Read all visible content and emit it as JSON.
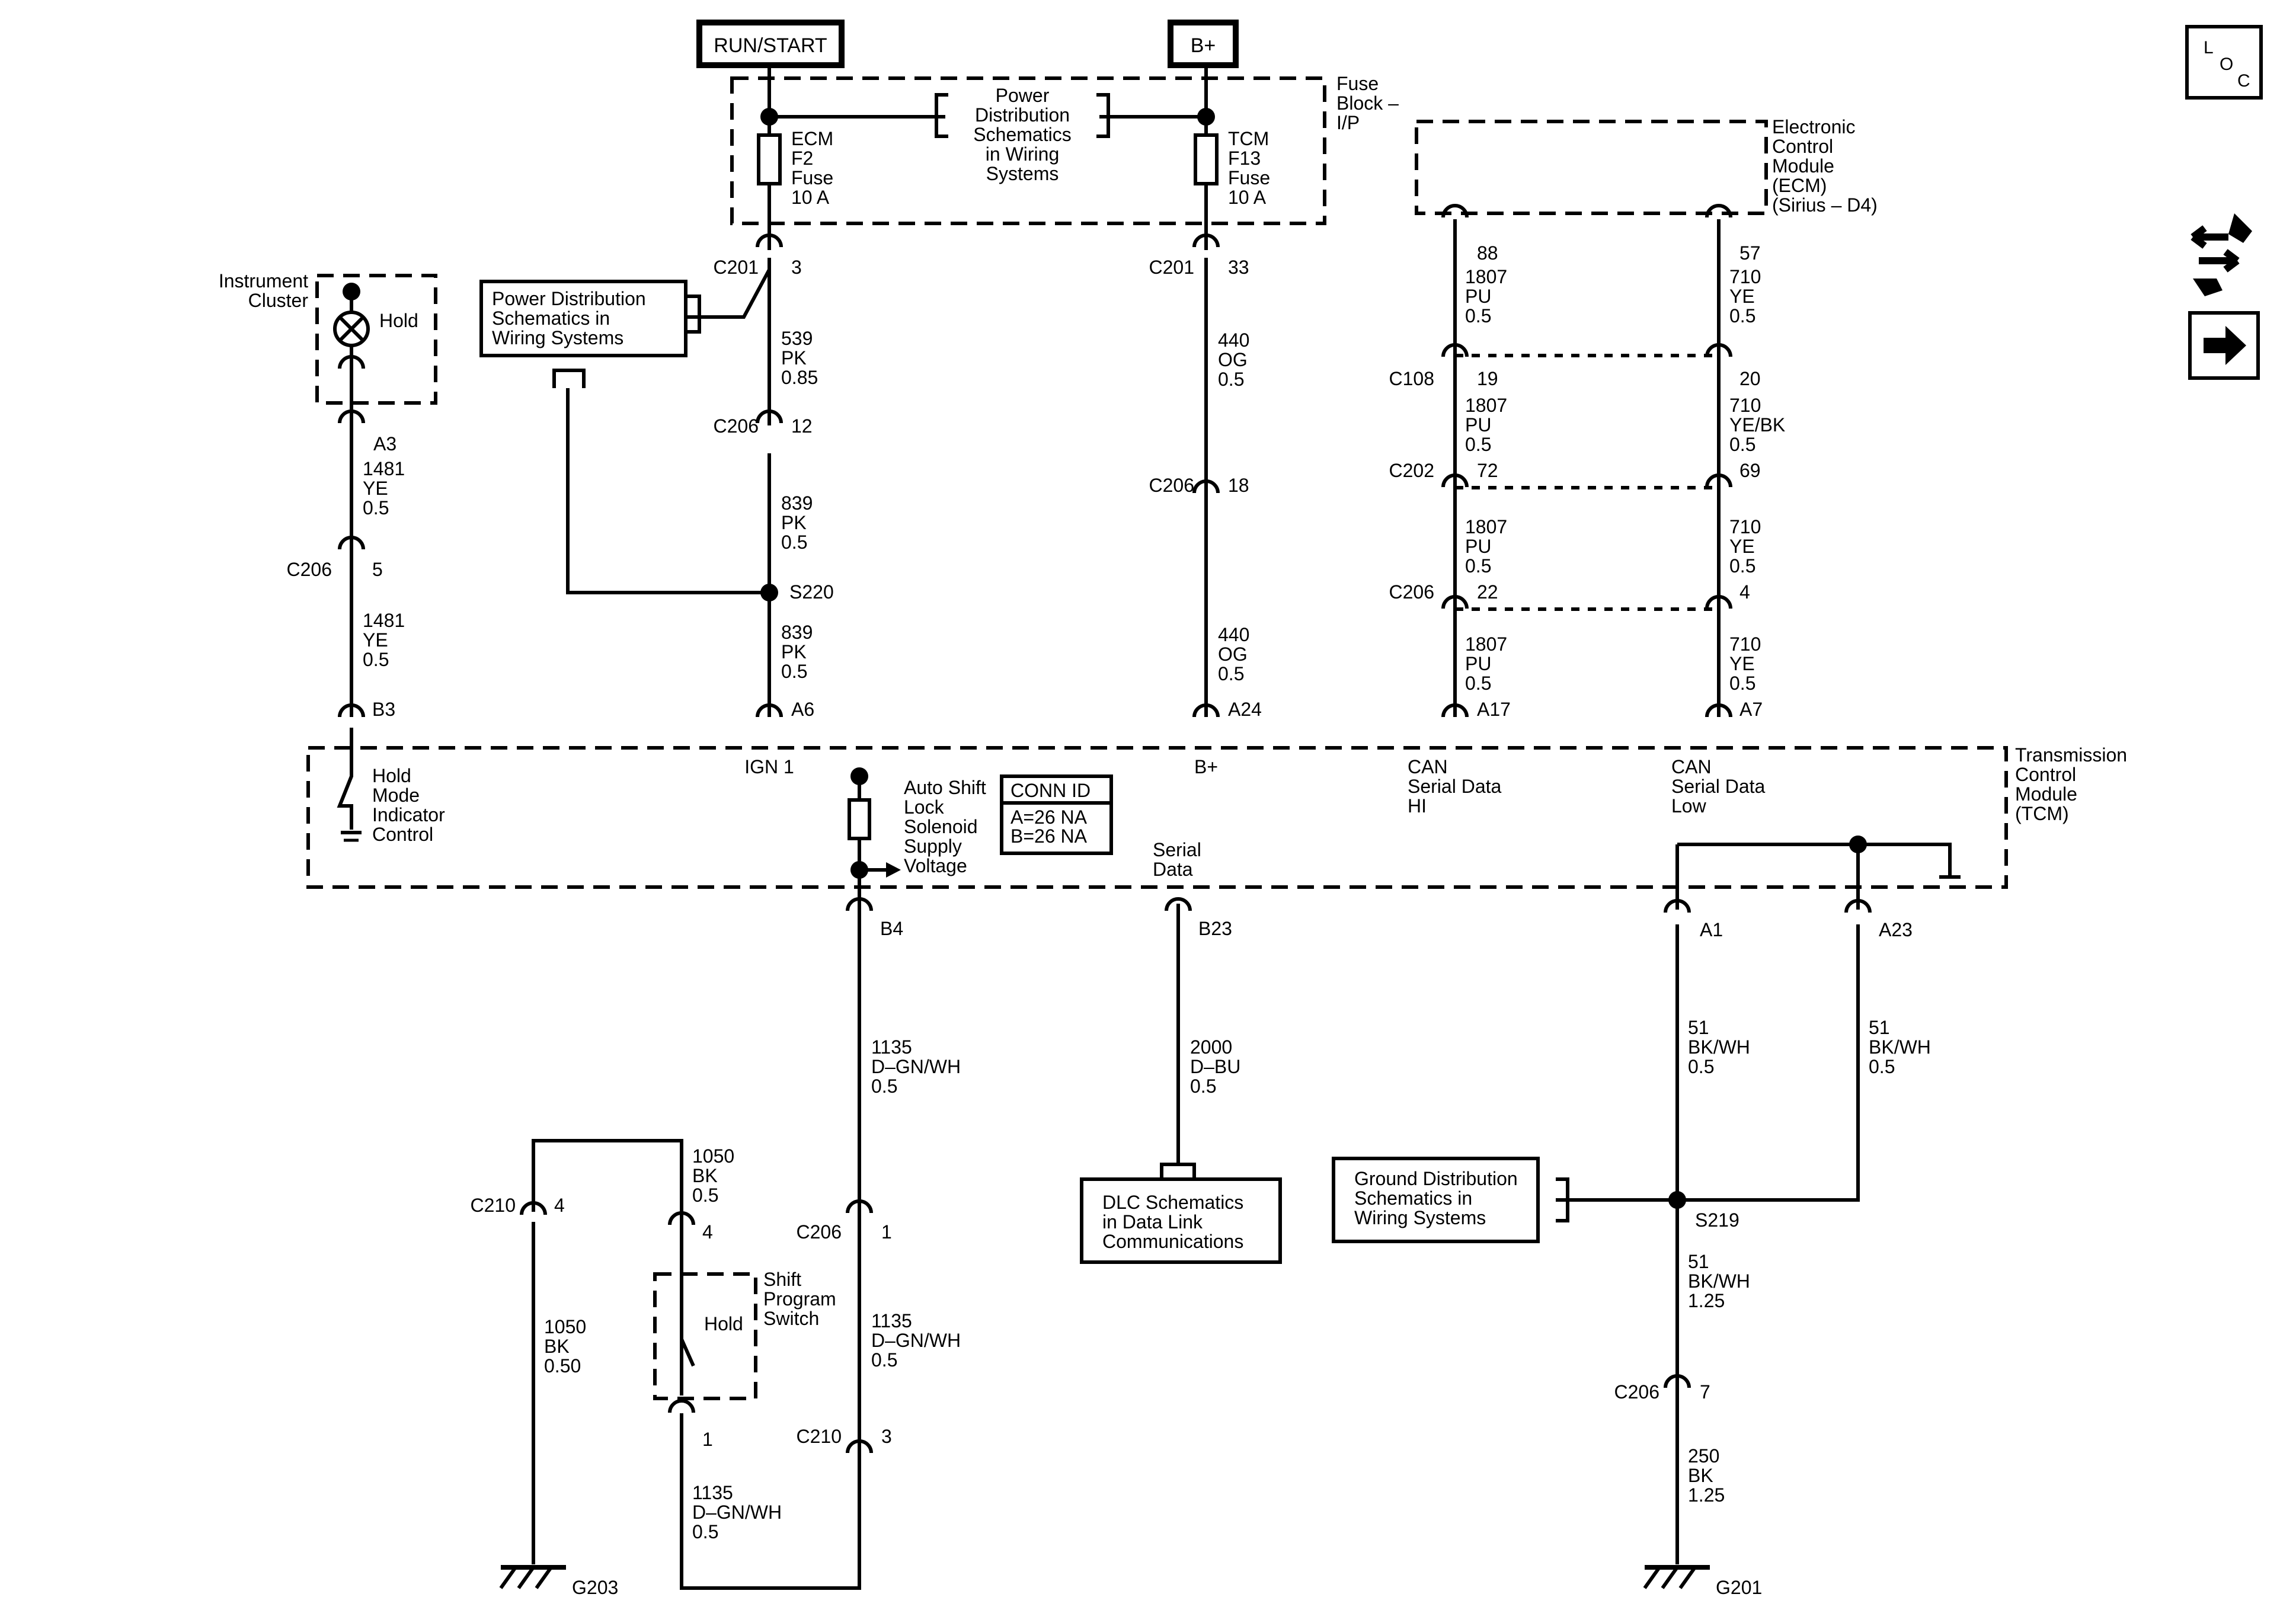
{
  "sources": {
    "run_start": "RUN/START",
    "bplus": "B+"
  },
  "fuse_block": {
    "title": [
      "Fuse",
      "Block –",
      "I/P"
    ],
    "power_dist": [
      "Power",
      "Distribution",
      "Schematics",
      "in Wiring",
      "Systems"
    ],
    "ecm_fuse": [
      "ECM",
      "F2",
      "Fuse",
      "10 A"
    ],
    "tcm_fuse": [
      "TCM",
      "F13",
      "Fuse",
      "10 A"
    ]
  },
  "ecm_module": [
    "Electronic",
    "Control",
    "Module",
    "(ECM)",
    "(Sirius – D4)"
  ],
  "power_dist_box": [
    "Power Distribution",
    "Schematics in",
    "Wiring Systems"
  ],
  "instrument_cluster": {
    "title": [
      "Instrument",
      "Cluster"
    ],
    "lamp_label": "Hold"
  },
  "tcm": {
    "title": [
      "Transmission",
      "Control",
      "Module",
      "(TCM)"
    ],
    "hold_mode": [
      "Hold",
      "Mode",
      "Indicator",
      "Control"
    ],
    "ign1": "IGN 1",
    "bplus_pin": "B+",
    "can_hi": [
      "CAN",
      "Serial Data",
      "HI"
    ],
    "can_low": [
      "CAN",
      "Serial Data",
      "Low"
    ],
    "auto_shift": [
      "Auto Shift",
      "Lock",
      "Solenoid",
      "Supply",
      "Voltage"
    ],
    "conn_id": {
      "title": "CONN ID",
      "lines": [
        "A=26 NA",
        "B=26 NA"
      ]
    },
    "serial_data": [
      "Serial",
      "Data"
    ]
  },
  "shift_switch": {
    "title": [
      "Shift",
      "Program",
      "Switch"
    ],
    "hold": "Hold"
  },
  "dlc_box": [
    "DLC Schematics",
    "in Data Link",
    "Communications"
  ],
  "ground_box": [
    "Ground Distribution",
    "Schematics in",
    "Wiring Systems"
  ],
  "grounds": {
    "g203": "G203",
    "g201": "G201"
  },
  "splices": {
    "s220": "S220",
    "s219": "S219"
  },
  "connectors": [
    {
      "name": "C201",
      "pin": "3"
    },
    {
      "name": "C206",
      "pin": "12"
    },
    {
      "name": "C201",
      "pin": "33"
    },
    {
      "name": "C206",
      "pin": "18"
    },
    {
      "name": "C206",
      "pin": "5"
    },
    {
      "name": "C108",
      "pin": "19"
    },
    {
      "name": "C202",
      "pin": "72"
    },
    {
      "name": "C206",
      "pin": "22"
    },
    {
      "name": "C210",
      "pin": "4"
    },
    {
      "name": "C206",
      "pin": "1"
    },
    {
      "name": "C210",
      "pin": "3"
    },
    {
      "name": "C206",
      "pin": "7"
    }
  ],
  "pins": {
    "a3": "A3",
    "b3": "B3",
    "a6": "A6",
    "a24": "A24",
    "a17": "A17",
    "a7": "A7",
    "ecm88": "88",
    "ecm57": "57",
    "c108_20": "20",
    "c202_69": "69",
    "c206_4": "4",
    "b4": "B4",
    "b23": "B23",
    "a1": "A1",
    "a23": "A23",
    "sw4": "4",
    "sw1": "1"
  },
  "wires": {
    "w539": [
      "539",
      "PK",
      "0.85"
    ],
    "w839a": [
      "839",
      "PK",
      "0.5"
    ],
    "w839b": [
      "839",
      "PK",
      "0.5"
    ],
    "w440a": [
      "440",
      "OG",
      "0.5"
    ],
    "w440b": [
      "440",
      "OG",
      "0.5"
    ],
    "w1481a": [
      "1481",
      "YE",
      "0.5"
    ],
    "w1481b": [
      "1481",
      "YE",
      "0.5"
    ],
    "w1807a": [
      "1807",
      "PU",
      "0.5"
    ],
    "w1807b": [
      "1807",
      "PU",
      "0.5"
    ],
    "w1807c": [
      "1807",
      "PU",
      "0.5"
    ],
    "w1807d": [
      "1807",
      "PU",
      "0.5"
    ],
    "w710a": [
      "710",
      "YE",
      "0.5"
    ],
    "w710b": [
      "710",
      "YE/BK",
      "0.5"
    ],
    "w710c": [
      "710",
      "YE",
      "0.5"
    ],
    "w710d": [
      "710",
      "YE",
      "0.5"
    ],
    "w1135a": [
      "1135",
      "D–GN/WH",
      "0.5"
    ],
    "w1135b": [
      "1135",
      "D–GN/WH",
      "0.5"
    ],
    "w1135c": [
      "1135",
      "D–GN/WH",
      "0.5"
    ],
    "w1050a": [
      "1050",
      "BK",
      "0.5"
    ],
    "w1050b": [
      "1050",
      "BK",
      "0.50"
    ],
    "w2000": [
      "2000",
      "D–BU",
      "0.5"
    ],
    "w51a": [
      "51",
      "BK/WH",
      "0.5"
    ],
    "w51b": [
      "51",
      "BK/WH",
      "0.5"
    ],
    "w51c": [
      "51",
      "BK/WH",
      "1.25"
    ],
    "w250": [
      "250",
      "BK",
      "1.25"
    ]
  },
  "nav": {
    "loc": [
      "L",
      "O",
      "C"
    ]
  }
}
